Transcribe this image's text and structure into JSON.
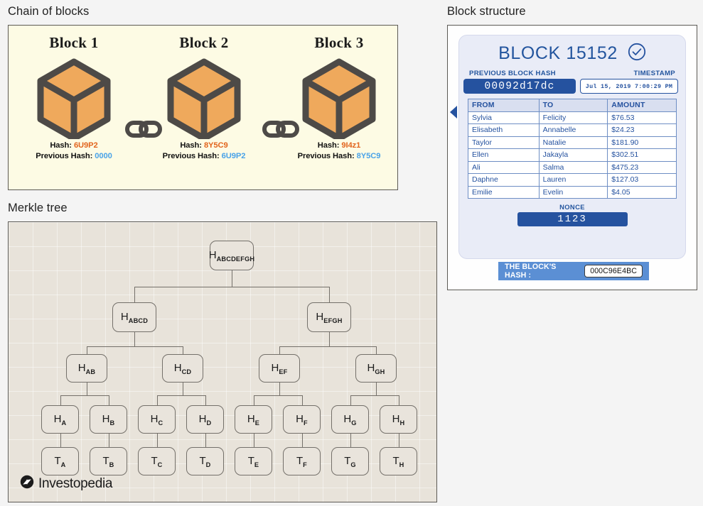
{
  "chain": {
    "title": "Chain of blocks",
    "blocks": [
      {
        "title": "Block 1",
        "hash_label": "Hash:",
        "hash": "6U9P2",
        "prev_label": "Previous Hash:",
        "prev": "0000"
      },
      {
        "title": "Block 2",
        "hash_label": "Hash:",
        "hash": "8Y5C9",
        "prev_label": "Previous Hash:",
        "prev": "6U9P2"
      },
      {
        "title": "Block 3",
        "hash_label": "Hash:",
        "hash": "9I4z1",
        "prev_label": "Previous Hash:",
        "prev": "8Y5C9"
      }
    ],
    "link_icon": "chain-link-icon",
    "cube_icon": "cube-icon",
    "colors": {
      "panel_bg": "#fdfbe4",
      "cube_fill": "#efa95c",
      "cube_stroke": "#4d4a47",
      "hash": "#e2651e",
      "prev_hash": "#4aa3e8"
    }
  },
  "merkle": {
    "title": "Merkle tree",
    "root": {
      "h": "H",
      "sub": "ABCDEFGH"
    },
    "level2": [
      {
        "h": "H",
        "sub": "ABCD"
      },
      {
        "h": "H",
        "sub": "EFGH"
      }
    ],
    "level3": [
      {
        "h": "H",
        "sub": "AB"
      },
      {
        "h": "H",
        "sub": "CD"
      },
      {
        "h": "H",
        "sub": "EF"
      },
      {
        "h": "H",
        "sub": "GH"
      }
    ],
    "hashes": [
      {
        "h": "H",
        "sub": "A"
      },
      {
        "h": "H",
        "sub": "B"
      },
      {
        "h": "H",
        "sub": "C"
      },
      {
        "h": "H",
        "sub": "D"
      },
      {
        "h": "H",
        "sub": "E"
      },
      {
        "h": "H",
        "sub": "F"
      },
      {
        "h": "H",
        "sub": "G"
      },
      {
        "h": "H",
        "sub": "H"
      }
    ],
    "transactions": [
      {
        "h": "T",
        "sub": "A"
      },
      {
        "h": "T",
        "sub": "B"
      },
      {
        "h": "T",
        "sub": "C"
      },
      {
        "h": "T",
        "sub": "D"
      },
      {
        "h": "T",
        "sub": "E"
      },
      {
        "h": "T",
        "sub": "F"
      },
      {
        "h": "T",
        "sub": "G"
      },
      {
        "h": "T",
        "sub": "H"
      }
    ],
    "logo_text": "Investopedia",
    "logo_icon": "investopedia-logo-icon",
    "colors": {
      "panel_bg": "#e8e3da",
      "node_stroke": "#74706a"
    }
  },
  "block_structure": {
    "title": "Block structure",
    "block_title": "BLOCK 15152",
    "verified_icon": "check-circle-icon",
    "prev_block_hash_label": "PREVIOUS BLOCK HASH",
    "prev_block_hash": "00092d17dc",
    "timestamp_label": "TIMESTAMP",
    "timestamp": "Jul 15, 2019 7:00:29 PM",
    "arrow_icon": "arrow-left-icon",
    "table": {
      "headers": [
        "FROM",
        "TO",
        "AMOUNT"
      ],
      "rows": [
        [
          "Sylvia",
          "Felicity",
          "$76.53"
        ],
        [
          "Elisabeth",
          "Annabelle",
          "$24.23"
        ],
        [
          "Taylor",
          "Natalie",
          "$181.90"
        ],
        [
          "Ellen",
          "Jakayla",
          "$302.51"
        ],
        [
          "Ali",
          "Salma",
          "$475.23"
        ],
        [
          "Daphne",
          "Lauren",
          "$127.03"
        ],
        [
          "Emilie",
          "Evelin",
          "$4.05"
        ]
      ]
    },
    "nonce_label": "NONCE",
    "nonce": "1123",
    "block_hash_label": "THE BLOCK'S HASH :",
    "block_hash": "000C96E4BC",
    "colors": {
      "card_bg": "#e9ecf7",
      "primary": "#25529f",
      "badge": "#5b8fd4"
    }
  }
}
